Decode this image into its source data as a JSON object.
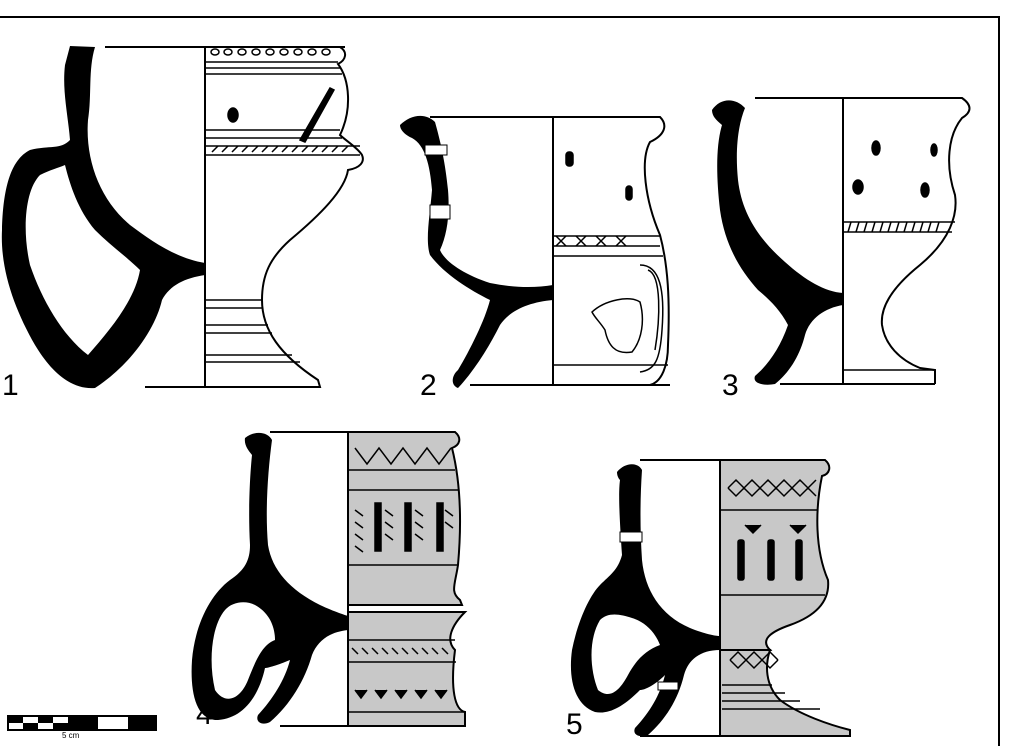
{
  "figure": {
    "vessels": [
      {
        "number": "1"
      },
      {
        "number": "2"
      },
      {
        "number": "3"
      },
      {
        "number": "4"
      },
      {
        "number": "5"
      }
    ],
    "scale_bar_label": "5 cm"
  },
  "colors": {
    "section": "#000000",
    "outline": "#000000",
    "paper": "#ffffff",
    "slip": "#c8c8c8"
  }
}
